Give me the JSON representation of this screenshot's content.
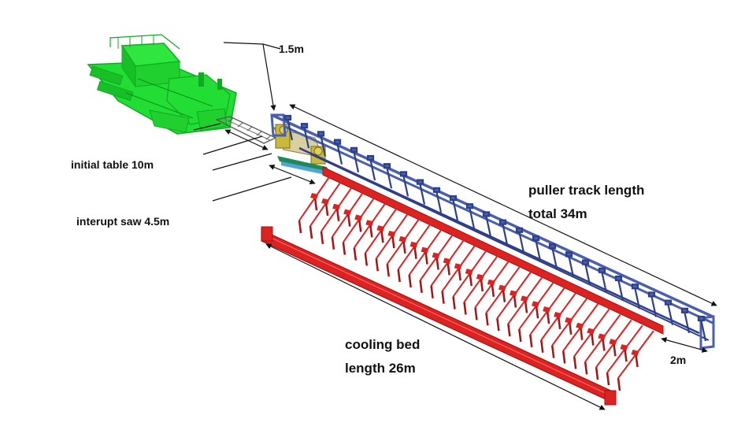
{
  "labels": {
    "dim_1_5m": "1.5m",
    "initial_table": "initial table 10m",
    "interupt_saw": "interupt saw 4.5m",
    "puller_track_line1": "puller track length",
    "puller_track_line2": "total 34m",
    "cooling_bed_line1": "cooling bed",
    "cooling_bed_line2": "length 26m",
    "dim_2m": "2m"
  },
  "colors": {
    "press": "#22dd33",
    "press_dark": "#11aa22",
    "puller_frame": "#4a5fb0",
    "puller_post": "#2e3f8a",
    "cooling_bed": "#dd2222",
    "cooling_bed_dark": "#a81212",
    "saw": "#c9b83a",
    "runout": "#1e8a5a",
    "dimension_line": "#111111"
  }
}
